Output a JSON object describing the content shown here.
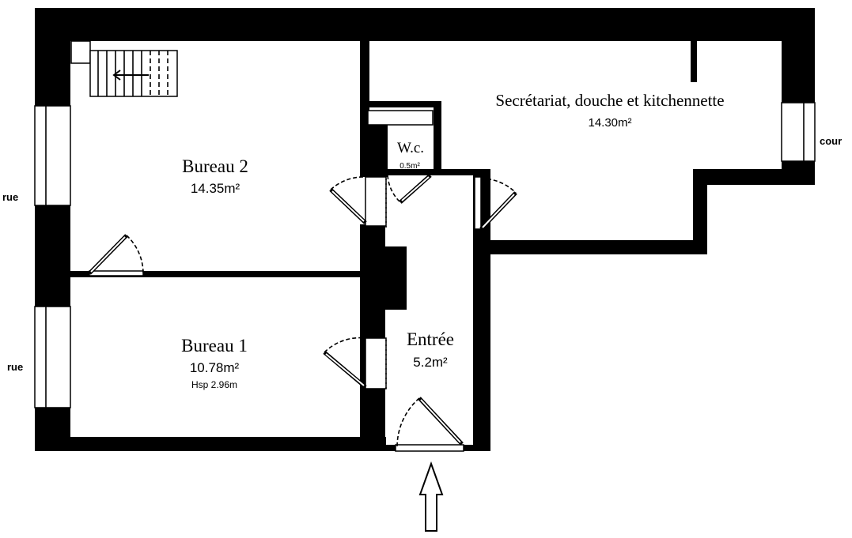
{
  "rooms": {
    "bureau2": {
      "name": "Bureau 2",
      "area": "14.35m²"
    },
    "bureau1": {
      "name": "Bureau 1",
      "area": "10.78m²",
      "height": "Hsp 2.96m"
    },
    "secretariat": {
      "name": "Secrétariat, douche et kitchennette",
      "area": "14.30m²"
    },
    "wc": {
      "name": "W.c.",
      "area": "0.5m²"
    },
    "entree": {
      "name": "Entrée",
      "area": "5.2m²"
    }
  },
  "sides": {
    "rue_top": "rue",
    "rue_bottom": "rue",
    "cour": "cour"
  }
}
